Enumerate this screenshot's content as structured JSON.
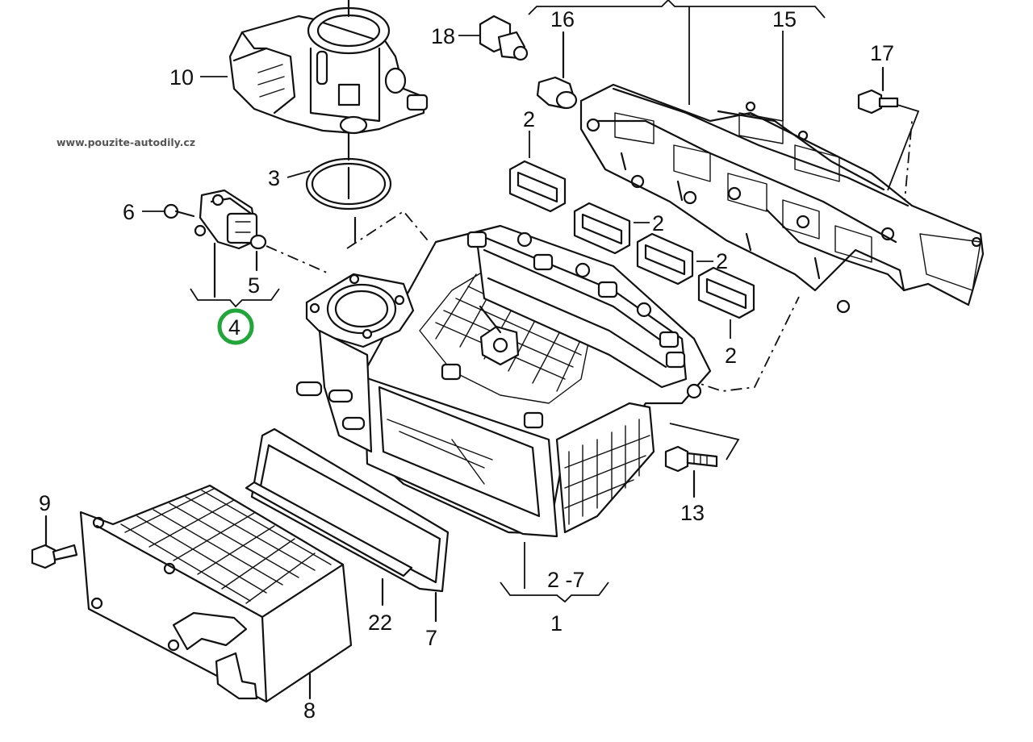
{
  "watermark": "www.pouzite-autodily.cz",
  "highlight_color": "#22a63a",
  "labels": {
    "p1": "1",
    "p2a": "2",
    "p2b": "2",
    "p2c": "2",
    "p2d": "2",
    "p27": "2 -7",
    "p3": "3",
    "p4": "4",
    "p5": "5",
    "p6": "6",
    "p7": "7",
    "p8": "8",
    "p9": "9",
    "p10": "10",
    "p13": "13",
    "p15": "15",
    "p16": "16",
    "p17": "17",
    "p18": "18",
    "p22": "22"
  }
}
